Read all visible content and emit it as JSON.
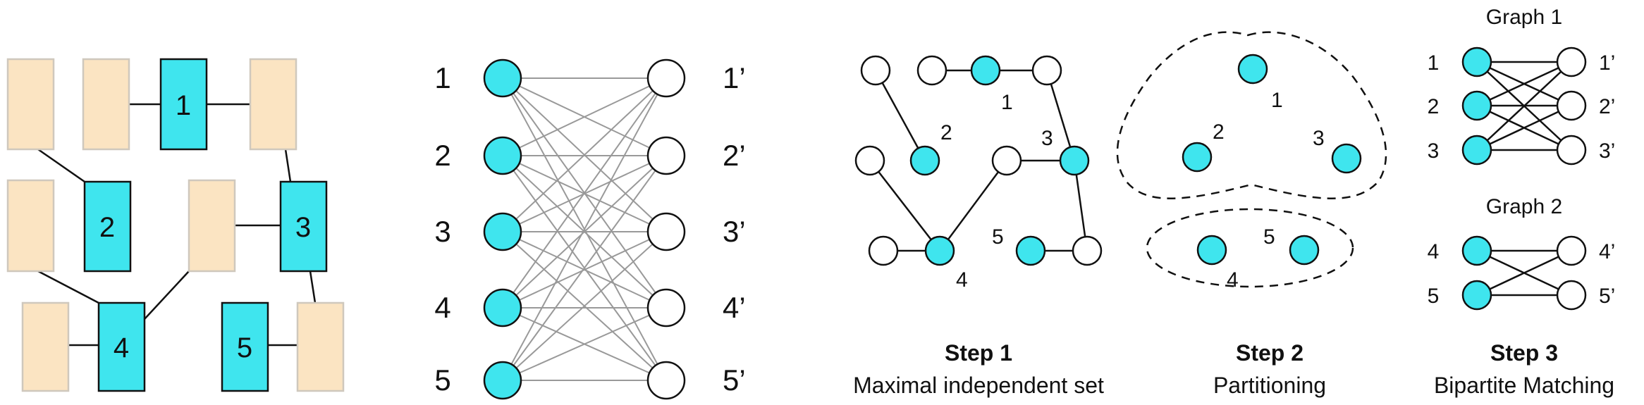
{
  "panel_a": {
    "blocks": [
      "1",
      "2",
      "3",
      "4",
      "5"
    ],
    "colors": {
      "cyan": "#3fe5ee",
      "peach": "#fbe4c2",
      "peach_stroke": "#cfc8bd"
    }
  },
  "panel_b": {
    "left_nodes": [
      "1",
      "2",
      "3",
      "4",
      "5"
    ],
    "right_nodes": [
      "1’",
      "2’",
      "3’",
      "4’",
      "5’"
    ]
  },
  "step1": {
    "title": "Step 1",
    "caption": "Maximal independent set",
    "labels": [
      "1",
      "2",
      "3",
      "4",
      "5"
    ]
  },
  "step2": {
    "title": "Step 2",
    "caption": "Partitioning",
    "labels": [
      "1",
      "2",
      "3",
      "4",
      "5"
    ]
  },
  "step3": {
    "title": "Step 3",
    "caption": "Bipartite Matching",
    "graph1_title": "Graph 1",
    "graph2_title": "Graph 2",
    "g1_left": [
      "1",
      "2",
      "3"
    ],
    "g1_right": [
      "1’",
      "2’",
      "3’"
    ],
    "g2_left": [
      "4",
      "5"
    ],
    "g2_right": [
      "4’",
      "5’"
    ]
  }
}
